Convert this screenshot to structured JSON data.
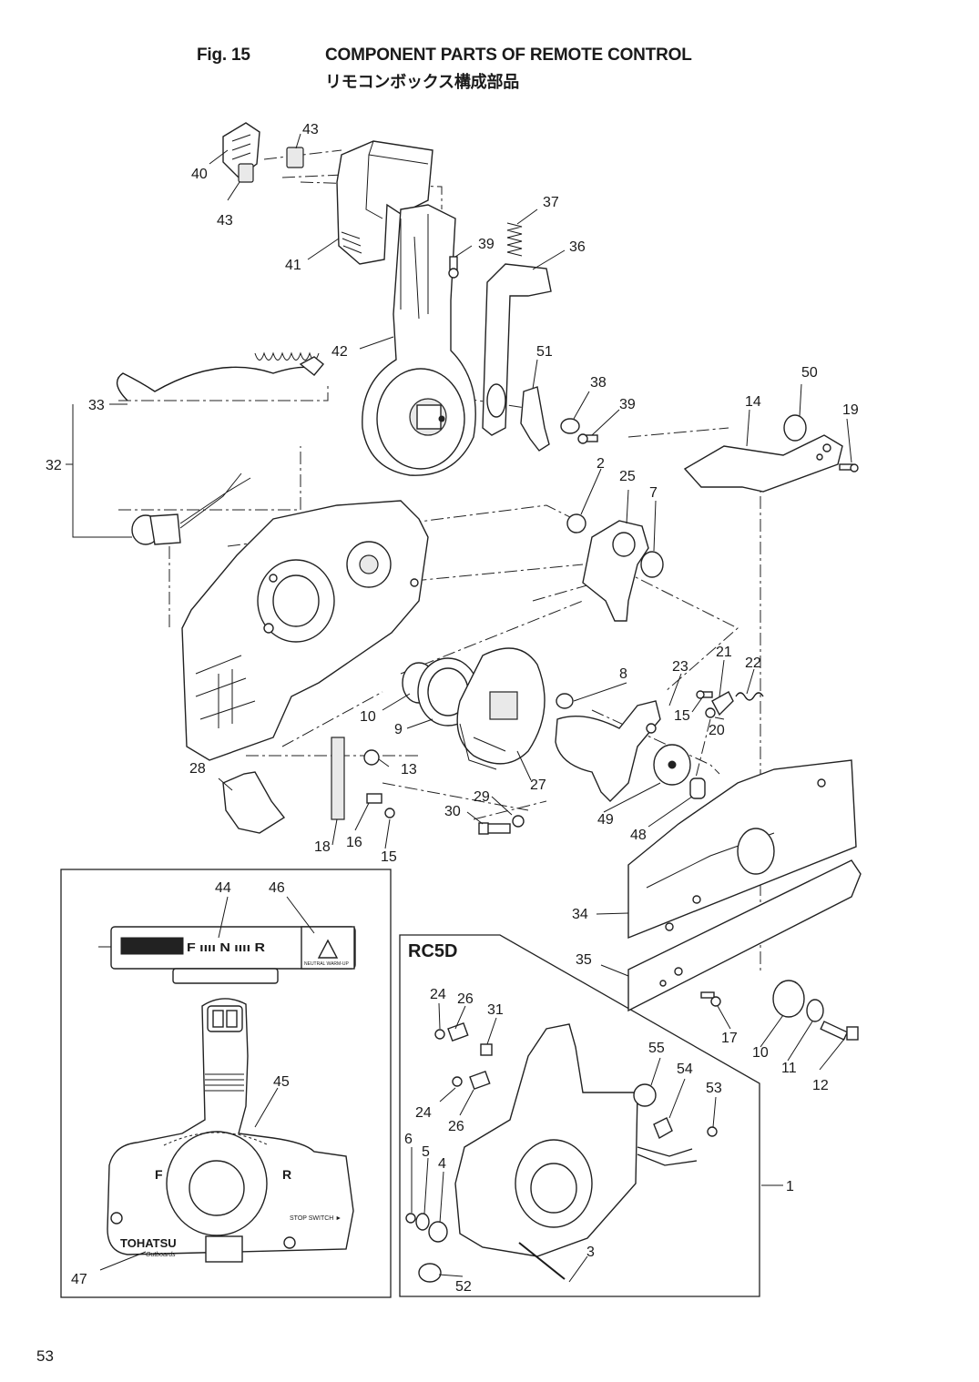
{
  "figure": {
    "fig_label": "Fig. 15",
    "title_en": "COMPONENT PARTS OF REMOTE CONTROL",
    "title_ja": "リモコンボックス構成部品",
    "page_number": "53"
  },
  "variant_box": {
    "label": "RC5D"
  },
  "decal_text": {
    "fnr": "F ıııı N ıııı R",
    "neutral": "NEUTRAL WARM-UP",
    "f_mark": "F",
    "r_mark": "R",
    "stop_switch": "STOP SWITCH ►",
    "brand": "TOHATSU",
    "brand_sub": "Outboards"
  },
  "callouts": [
    "43",
    "40",
    "43",
    "41",
    "37",
    "39",
    "36",
    "42",
    "51",
    "38",
    "39",
    "50",
    "14",
    "19",
    "33",
    "32",
    "2",
    "25",
    "7",
    "21",
    "23",
    "22",
    "8",
    "10",
    "9",
    "15",
    "20",
    "13",
    "28",
    "27",
    "29",
    "30",
    "49",
    "48",
    "18",
    "16",
    "15",
    "44",
    "46",
    "34",
    "35",
    "17",
    "10",
    "11",
    "12",
    "24",
    "26",
    "31",
    "55",
    "54",
    "53",
    "24",
    "26",
    "6",
    "5",
    "4",
    "1",
    "3",
    "52",
    "45",
    "47"
  ]
}
